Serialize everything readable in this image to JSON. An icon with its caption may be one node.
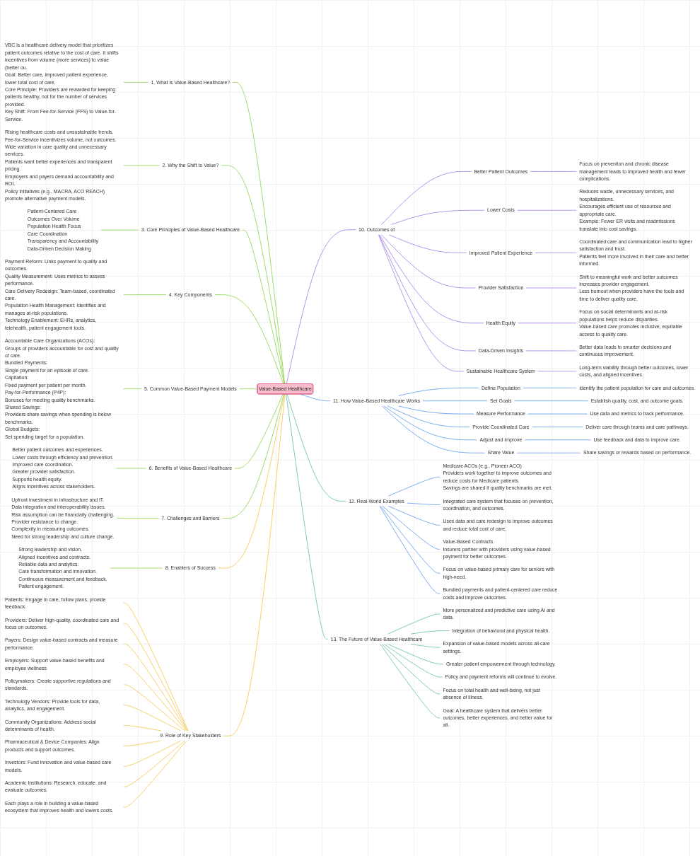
{
  "diagram": {
    "nodes": [
      {
        "text": [
          "Value-Based Healthcare"
        ]
      },
      {
        "text": [
          "1. What is Value-Based Healthcare?"
        ]
      },
      {
        "text": [
          "VBC is a healthcare delivery model that prioritizes patient outcomes relative to the cost of care. It shifts incentives from volume (more services) to value (better ou.",
          "Goal: Better care, improved patient experience, lower total cost of care.",
          "Core Principle: Providers are rewarded for keeping patients healthy, not for the number of services provided.",
          "Key Shift: From Fee-for-Service (FFS) to Value-for-Service."
        ]
      },
      {
        "text": [
          "2. Why the Shift to Value?"
        ]
      },
      {
        "text": [
          "Rising healthcare costs and unsustainable trends.",
          "Fee-for-Service incentivizes volume, not outcomes.",
          "Wide variation in care quality and unnecessary services.",
          "Patients want better experiences and transparent pricing.",
          "Employers and payers demand accountability and ROI.",
          "Policy initiatives (e.g., MACRA, ACO REACH) promote alternative payment models."
        ]
      },
      {
        "text": [
          "3. Core Principles of Value-Based Healthcare"
        ]
      },
      {
        "text": [
          "Patient-Centered Care",
          "Outcomes Over Volume",
          "Population Health Focus",
          "Care Coordination",
          "Transparency and Accountability",
          "Data-Driven Decision Making"
        ]
      },
      {
        "text": [
          "4. Key Components"
        ]
      },
      {
        "text": [
          "Payment Reform: Links payment to quality and outcomes.",
          "Quality Measurement: Uses metrics to assess performance.",
          "Care Delivery Redesign: Team-based, coordinated care.",
          "Population Health Management: Identifies and manages at-risk populations.",
          "Technology Enablement: EHRs, analytics, telehealth, patient engagement tools."
        ]
      },
      {
        "text": [
          "5. Common Value-Based Payment Models"
        ]
      },
      {
        "text": [
          "Accountable Care Organizations (ACOs):",
          "Groups of providers accountable for cost and quality of care.",
          "Bundled Payments:",
          "Single payment for an episode of care.",
          "Capitation:",
          "Fixed payment per patient per month.",
          "Pay-for-Performance (P4P):",
          "Bonuses for meeting quality benchmarks.",
          "Shared Savings:",
          "Providers share savings when spending is below benchmarks.",
          "Global Budgets:",
          "Set spending target for a population."
        ]
      },
      {
        "text": [
          "6. Benefits of Value-Based Healthcare"
        ]
      },
      {
        "text": [
          "Better patient outcomes and experiences.",
          "Lower costs through efficiency and prevention.",
          "Improved care coordination.",
          "Greater provider satisfaction.",
          "Supports health equity.",
          "Aligns incentives across stakeholders."
        ]
      },
      {
        "text": [
          "7. Challenges and Barriers"
        ]
      },
      {
        "text": [
          "Upfront investment in infrastructure and IT.",
          "Data integration and interoperability issues.",
          "Risk assumption can be financially challenging.",
          "Provider resistance to change.",
          "Complexity in measuring outcomes.",
          "Need for strong leadership and culture change."
        ]
      },
      {
        "text": [
          "8. Enablers of Success"
        ]
      },
      {
        "text": [
          "Strong leadership and vision.",
          "Aligned incentives and contracts.",
          "Reliable data and analytics.",
          "Care transformation and innovation.",
          "Continuous measurement and feedback.",
          "Patient engagement."
        ]
      },
      {
        "text": [
          "9. Role of Key Stakeholders"
        ]
      },
      {
        "text": [
          "Patients: Engage in care, follow plans, provide feedback."
        ]
      },
      {
        "text": [
          "Providers: Deliver high-quality, coordinated care and focus on outcomes."
        ]
      },
      {
        "text": [
          "Payers: Design value-based contracts and measure performance."
        ]
      },
      {
        "text": [
          "Employers: Support value-based benefits and employee wellness."
        ]
      },
      {
        "text": [
          "Policymakers: Create supportive regulations and standards."
        ]
      },
      {
        "text": [
          "Technology Vendors: Provide tools for data, analytics, and engagement."
        ]
      },
      {
        "text": [
          "Community Organizations: Address social determinants of health."
        ]
      },
      {
        "text": [
          "Pharmaceutical & Device Companies: Align products and support outcomes."
        ]
      },
      {
        "text": [
          "Investors: Fund innovation and value-based care models."
        ]
      },
      {
        "text": [
          "Academic Institutions: Research, educate, and evaluate outcomes."
        ]
      },
      {
        "text": [
          "Each plays a role in building a value-based ecosystem that improves health and lowers costs."
        ]
      },
      {
        "text": [
          "10. Outcomes of"
        ]
      },
      {
        "text": [
          "Better Patient Outcomes"
        ]
      },
      {
        "text": [
          "Focus on prevention and chronic disease management leads to improved health and fewer complications."
        ]
      },
      {
        "text": [
          "Lower Costs"
        ]
      },
      {
        "text": [
          "Reduces waste, unnecessary services, and hospitalizations.",
          "Encourages efficient use of resources and appropriate care.",
          "Example: Fewer ER visits and readmissions translate into cost savings."
        ]
      },
      {
        "text": [
          "Improved Patient Experience"
        ]
      },
      {
        "text": [
          "Coordinated care and communication lead to higher satisfaction and trust.",
          "Patients feel more involved in their care and better informed."
        ]
      },
      {
        "text": [
          "Provider Satisfaction"
        ]
      },
      {
        "text": [
          "Shift to meaningful work and better outcomes increases provider engagement.",
          "Less burnout when providers have the tools and time to deliver quality care."
        ]
      },
      {
        "text": [
          "Health Equity"
        ]
      },
      {
        "text": [
          "Focus on social determinants and at-risk populations helps reduce disparities.",
          "Value-based care promotes inclusive, equitable access to quality care."
        ]
      },
      {
        "text": [
          "Data-Driven Insights"
        ]
      },
      {
        "text": [
          "Better data leads to smarter decisions and continuous improvement."
        ]
      },
      {
        "text": [
          "Sustainable Healthcare System"
        ]
      },
      {
        "text": [
          "Long-term viability through better outcomes, lower costs, and aligned incentives."
        ]
      },
      {
        "text": [
          "11. How Value-Based Healthcare Works"
        ]
      },
      {
        "text": [
          "Define Population"
        ]
      },
      {
        "text": [
          "Identify the patient population for care and outcomes."
        ]
      },
      {
        "text": [
          "Set Goals"
        ]
      },
      {
        "text": [
          "Establish quality, cost, and outcome goals."
        ]
      },
      {
        "text": [
          "Measure Performance"
        ]
      },
      {
        "text": [
          "Use data and metrics to track performance."
        ]
      },
      {
        "text": [
          "Provide Coordinated Care"
        ]
      },
      {
        "text": [
          "Deliver care through teams and care pathways."
        ]
      },
      {
        "text": [
          "Adjust and Improve"
        ]
      },
      {
        "text": [
          "Use feedback and data to improve care."
        ]
      },
      {
        "text": [
          "Share Value"
        ]
      },
      {
        "text": [
          "Share savings or rewards based on performance."
        ]
      },
      {
        "text": [
          "12. Real-World Examples"
        ]
      },
      {
        "text": [
          "Medicare ACOs (e.g., Pioneer ACO)",
          "Providers work together to improve outcomes and reduce costs for Medicare patients.",
          "Savings are shared if quality benchmarks are met."
        ]
      },
      {
        "text": [
          "Integrated care system that focuses on prevention, coordination, and outcomes."
        ]
      },
      {
        "text": [
          "Uses data and care redesign to improve outcomes and reduce total cost of care."
        ]
      },
      {
        "text": [
          "Value-Based Contracts",
          "Insurers partner with providers using value-based payment for better outcomes."
        ]
      },
      {
        "text": [
          "Focus on value-based primary care for seniors with high-need."
        ]
      },
      {
        "text": [
          "Bundled payments and patient-centered care reduce costs and improve outcomes."
        ]
      },
      {
        "text": [
          "13. The Future of Value-Based Healthcare"
        ]
      },
      {
        "text": [
          "More personalized and predictive care using AI and data."
        ]
      },
      {
        "text": [
          "Integration of behavioral and physical health."
        ]
      },
      {
        "text": [
          "Expansion of value-based models across all care settings."
        ]
      },
      {
        "text": [
          "Greater patient empowerment through technology."
        ]
      },
      {
        "text": [
          "Policy and payment reforms will continue to evolve."
        ]
      },
      {
        "text": [
          "Focus on total health and well-being, not just absence of illness."
        ]
      },
      {
        "text": [
          "Goal: A healthcare system that delivers better outcomes, better experiences, and better value for all."
        ]
      }
    ],
    "edges": [
      {
        "from": 2,
        "to": 1,
        "arrow": "none",
        "color": "#86d444"
      },
      {
        "from": 1,
        "to": 0,
        "arrow": "none",
        "color": "#86d444"
      },
      {
        "from": 4,
        "to": 3,
        "arrow": "none",
        "color": "#86d444"
      },
      {
        "from": 3,
        "to": 0,
        "arrow": "none",
        "color": "#86d444"
      },
      {
        "from": 6,
        "to": 5,
        "arrow": "none",
        "color": "#86d444"
      },
      {
        "from": 5,
        "to": 0,
        "arrow": "none",
        "color": "#86d444"
      },
      {
        "from": 8,
        "to": 7,
        "arrow": "none",
        "color": "#86d444"
      },
      {
        "from": 7,
        "to": 0,
        "arrow": "none",
        "color": "#86d444"
      },
      {
        "from": 10,
        "to": 9,
        "arrow": "none",
        "color": "#86d444"
      },
      {
        "from": 9,
        "to": 0,
        "arrow": "none",
        "color": "#86d444"
      },
      {
        "from": 12,
        "to": 11,
        "arrow": "none",
        "color": "#86d444"
      },
      {
        "from": 11,
        "to": 0,
        "arrow": "none",
        "color": "#86d444"
      },
      {
        "from": 14,
        "to": 13,
        "arrow": "none",
        "color": "#86d444"
      },
      {
        "from": 13,
        "to": 0,
        "arrow": "none",
        "color": "#86d444"
      },
      {
        "from": 16,
        "to": 15,
        "arrow": "none",
        "color": "#86d444"
      },
      {
        "from": 15,
        "to": 0,
        "arrow": "none",
        "color": "#f6c443"
      },
      {
        "from": 18,
        "to": 17,
        "arrow": "none",
        "color": "#f6c443"
      },
      {
        "from": 19,
        "to": 17,
        "arrow": "none",
        "color": "#f6c443"
      },
      {
        "from": 20,
        "to": 17,
        "arrow": "none",
        "color": "#f6c443"
      },
      {
        "from": 21,
        "to": 17,
        "arrow": "none",
        "color": "#f6c443"
      },
      {
        "from": 22,
        "to": 17,
        "arrow": "none",
        "color": "#f6c443"
      },
      {
        "from": 23,
        "to": 17,
        "arrow": "none",
        "color": "#f6c443"
      },
      {
        "from": 24,
        "to": 17,
        "arrow": "none",
        "color": "#f6c443"
      },
      {
        "from": 25,
        "to": 17,
        "arrow": "none",
        "color": "#f6c443"
      },
      {
        "from": 26,
        "to": 17,
        "arrow": "none",
        "color": "#f6c443"
      },
      {
        "from": 27,
        "to": 17,
        "arrow": "none",
        "color": "#f6c443"
      },
      {
        "from": 28,
        "to": 17,
        "arrow": "none",
        "color": "#f6c443"
      },
      {
        "from": 17,
        "to": 0,
        "arrow": "none",
        "color": "#f6c443"
      },
      {
        "from": 0,
        "to": 29,
        "arrow": "none",
        "color": "#a07ae8"
      },
      {
        "from": 29,
        "to": 30,
        "arrow": "none",
        "color": "#a07ae8"
      },
      {
        "from": 30,
        "to": 31,
        "arrow": "none",
        "color": "#a07ae8"
      },
      {
        "from": 29,
        "to": 32,
        "arrow": "none",
        "color": "#a07ae8"
      },
      {
        "from": 32,
        "to": 33,
        "arrow": "none",
        "color": "#a07ae8"
      },
      {
        "from": 29,
        "to": 34,
        "arrow": "none",
        "color": "#a07ae8"
      },
      {
        "from": 34,
        "to": 35,
        "arrow": "none",
        "color": "#a07ae8"
      },
      {
        "from": 29,
        "to": 36,
        "arrow": "none",
        "color": "#a07ae8"
      },
      {
        "from": 36,
        "to": 37,
        "arrow": "none",
        "color": "#a07ae8"
      },
      {
        "from": 29,
        "to": 38,
        "arrow": "none",
        "color": "#a07ae8"
      },
      {
        "from": 38,
        "to": 39,
        "arrow": "none",
        "color": "#a07ae8"
      },
      {
        "from": 29,
        "to": 40,
        "arrow": "none",
        "color": "#a07ae8"
      },
      {
        "from": 40,
        "to": 41,
        "arrow": "none",
        "color": "#a07ae8"
      },
      {
        "from": 29,
        "to": 42,
        "arrow": "none",
        "color": "#a07ae8"
      },
      {
        "from": 42,
        "to": 43,
        "arrow": "none",
        "color": "#a07ae8"
      },
      {
        "from": 0,
        "to": 44,
        "arrow": "none",
        "color": "#5b98ec"
      },
      {
        "from": 44,
        "to": 45,
        "arrow": "none",
        "color": "#5b98ec"
      },
      {
        "from": 45,
        "to": 46,
        "arrow": "none",
        "color": "#5b98ec"
      },
      {
        "from": 44,
        "to": 47,
        "arrow": "none",
        "color": "#5b98ec"
      },
      {
        "from": 47,
        "to": 48,
        "arrow": "none",
        "color": "#5b98ec"
      },
      {
        "from": 44,
        "to": 49,
        "arrow": "none",
        "color": "#5b98ec"
      },
      {
        "from": 49,
        "to": 50,
        "arrow": "none",
        "color": "#5b98ec"
      },
      {
        "from": 44,
        "to": 51,
        "arrow": "none",
        "color": "#5b98ec"
      },
      {
        "from": 51,
        "to": 52,
        "arrow": "none",
        "color": "#5b98ec"
      },
      {
        "from": 44,
        "to": 53,
        "arrow": "none",
        "color": "#5b98ec"
      },
      {
        "from": 53,
        "to": 54,
        "arrow": "none",
        "color": "#5b98ec"
      },
      {
        "from": 44,
        "to": 55,
        "arrow": "none",
        "color": "#5b98ec"
      },
      {
        "from": 55,
        "to": 56,
        "arrow": "none",
        "color": "#5b98ec"
      },
      {
        "from": 0,
        "to": 57,
        "arrow": "none",
        "color": "#5dbf9f"
      },
      {
        "from": 57,
        "to": 58,
        "arrow": "none",
        "color": "#5b98ec"
      },
      {
        "from": 57,
        "to": 59,
        "arrow": "none",
        "color": "#5b98ec"
      },
      {
        "from": 57,
        "to": 60,
        "arrow": "none",
        "color": "#5b98ec"
      },
      {
        "from": 57,
        "to": 61,
        "arrow": "none",
        "color": "#5b98ec"
      },
      {
        "from": 57,
        "to": 62,
        "arrow": "none",
        "color": "#5b98ec"
      },
      {
        "from": 57,
        "to": 63,
        "arrow": "none",
        "color": "#5b98ec"
      },
      {
        "from": 0,
        "to": 64,
        "arrow": "none",
        "color": "#5dbf9f"
      },
      {
        "from": 64,
        "to": 65,
        "arrow": "none",
        "color": "#5dbf9f"
      },
      {
        "from": 64,
        "to": 66,
        "arrow": "none",
        "color": "#5dbf9f"
      },
      {
        "from": 64,
        "to": 67,
        "arrow": "none",
        "color": "#5dbf9f"
      },
      {
        "from": 64,
        "to": 68,
        "arrow": "none",
        "color": "#5dbf9f"
      },
      {
        "from": 64,
        "to": 69,
        "arrow": "none",
        "color": "#5dbf9f"
      },
      {
        "from": 64,
        "to": 70,
        "arrow": "none",
        "color": "#5dbf9f"
      },
      {
        "from": 64,
        "to": 71,
        "arrow": "none",
        "color": "#5dbf9f"
      }
    ]
  }
}
